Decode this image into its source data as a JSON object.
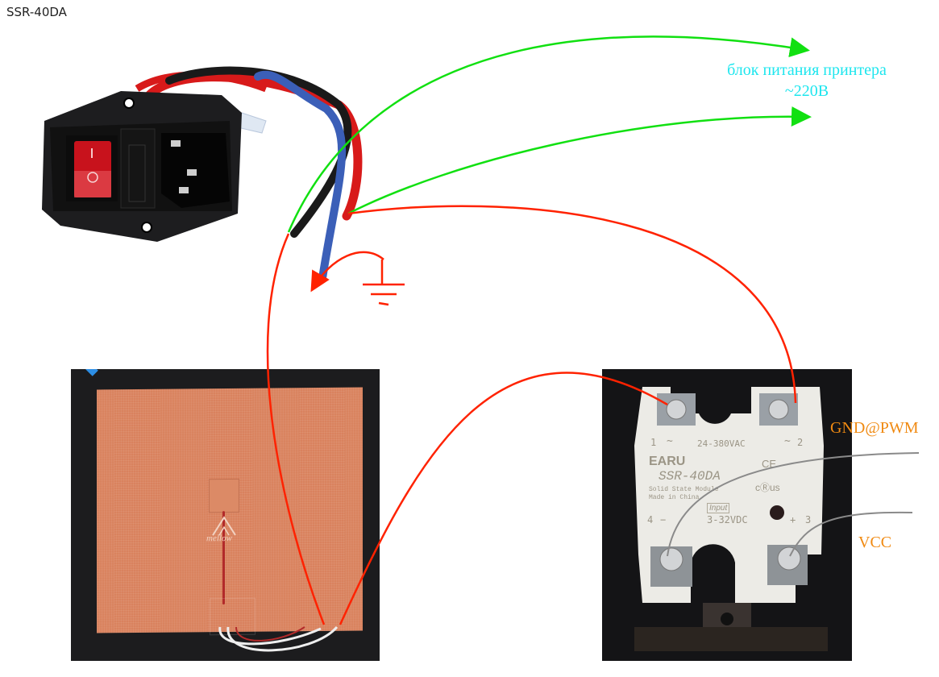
{
  "title": "SSR-40DA",
  "labels": {
    "psu_line1": "блок питания принтера",
    "psu_line2": "~220В",
    "gnd_pwm": "GND@PWM",
    "vcc": "VCC"
  },
  "ssr": {
    "brand": "EARU",
    "model": "SSR-40DA",
    "desc1": "Solid State Module",
    "desc2": "Made in China",
    "ac_range": "24-380VAC",
    "input_label": "Input",
    "dc_range": "3-32VDC",
    "t1": "1",
    "t2": "2",
    "t3": "3",
    "t4": "4",
    "tilde": "~",
    "minus": "−",
    "plus": "+",
    "ce": "CE",
    "ul": "cⓇus"
  },
  "heater": {
    "logo": "mellow"
  },
  "switch": {
    "on": "I",
    "off": "O"
  },
  "colors": {
    "green_wire": "#11e011",
    "red_wire": "#ff2200",
    "gray_wire": "#8a8a8a",
    "cyan_text": "#1ee6ee",
    "orange_text": "#f08a12",
    "heater_pad": "#d9825e",
    "ssr_body": "#ecebe6"
  }
}
